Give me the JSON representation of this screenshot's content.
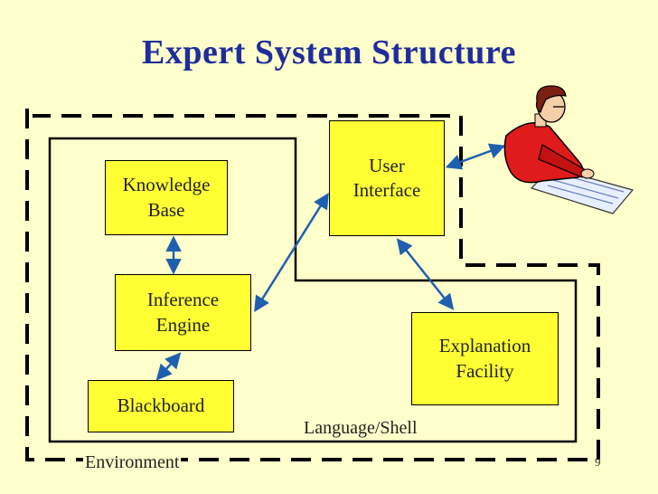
{
  "slide": {
    "title": "Expert System Structure",
    "page_number": "9"
  },
  "boxes": {
    "knowledge_base": "Knowledge\nBase",
    "inference_engine": "Inference\nEngine",
    "blackboard": "Blackboard",
    "user_interface": "User\nInterface",
    "explanation_facility": "Explanation\nFacility"
  },
  "regions": {
    "language_shell": "Language/Shell",
    "environment": "Environment"
  },
  "colors": {
    "background": "#ffffcc",
    "title": "#1f2d9c",
    "box_fill": "#ffff33",
    "arrow": "#1f5fb0"
  },
  "icons": {
    "user_clipart": "woman-typing-at-keyboard-icon"
  }
}
